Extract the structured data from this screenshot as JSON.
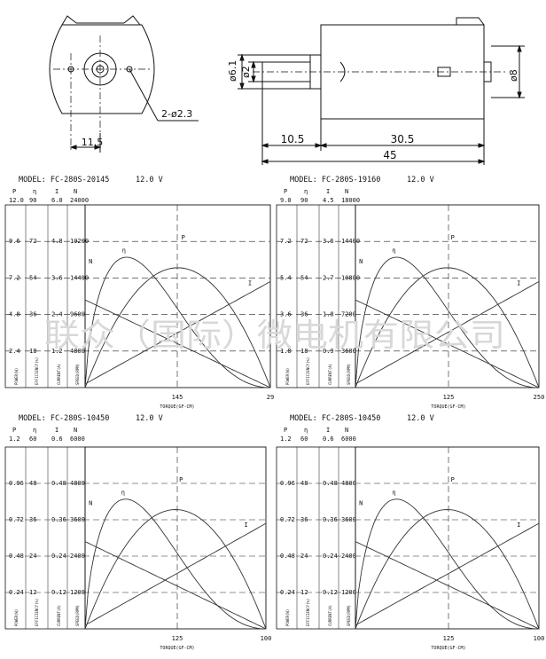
{
  "drawing": {
    "dim_11_5": "11.5",
    "dim_hole": "2-ø2.3",
    "dim_d61": "ø6.1",
    "dim_d2": "ø2",
    "dim_d8_right": "ø8",
    "dim_10_5": "10.5",
    "dim_30_5": "30.5",
    "dim_45": "45"
  },
  "watermark": "联众（国际）微电机有限公司",
  "chart_data": [
    {
      "type": "line",
      "model": "MODEL:  FC-280S-20145",
      "voltage": "12.0 V",
      "headers": [
        "P",
        "η",
        "I",
        "N"
      ],
      "top_values": [
        "12.0",
        "90",
        "6.0",
        "24000"
      ],
      "rows": [
        [
          "9.6",
          "72",
          "4.8",
          "19200"
        ],
        [
          "7.2",
          "54",
          "3.6",
          "14400"
        ],
        [
          "4.8",
          "36",
          "2.4",
          "9600"
        ],
        [
          "2.4",
          "18",
          "1.2",
          "4800"
        ]
      ],
      "x_ticks": [
        "145",
        "29"
      ],
      "xlabel": "TORQUE(GF-CM)",
      "units": [
        "POWER(W)",
        "EFFICIENCY(%)",
        "CURRENT(A)",
        "SPEED(RPM)"
      ],
      "series_labels": [
        "N",
        "η",
        "P",
        "I"
      ]
    },
    {
      "type": "line",
      "model": "MODEL:  FC-280S-19160",
      "voltage": "12.0 V",
      "headers": [
        "P",
        "η",
        "I",
        "N"
      ],
      "top_values": [
        "9.0",
        "90",
        "4.5",
        "18000"
      ],
      "rows": [
        [
          "7.2",
          "72",
          "3.6",
          "14400"
        ],
        [
          "5.4",
          "54",
          "2.7",
          "10800"
        ],
        [
          "3.6",
          "36",
          "1.8",
          "7200"
        ],
        [
          "1.8",
          "18",
          "0.9",
          "3600"
        ]
      ],
      "x_ticks": [
        "125",
        "250"
      ],
      "xlabel": "TORQUE(GF-CM)",
      "units": [
        "POWER(W)",
        "EFFICIENCY(%)",
        "CURRENT(A)",
        "SPEED(RPM)"
      ],
      "series_labels": [
        "N",
        "η",
        "P",
        "I"
      ]
    },
    {
      "type": "line",
      "model": "MODEL:  FC-280S-10450",
      "voltage": "12.0 V",
      "headers": [
        "P",
        "η",
        "I",
        "N"
      ],
      "top_values": [
        "1.2",
        "60",
        "0.6",
        "6000"
      ],
      "rows": [
        [
          "0.96",
          "48",
          "0.48",
          "4800"
        ],
        [
          "0.72",
          "36",
          "0.36",
          "3600"
        ],
        [
          "0.48",
          "24",
          "0.24",
          "2400"
        ],
        [
          "0.24",
          "12",
          "0.12",
          "1200"
        ]
      ],
      "x_ticks": [
        "125",
        "100"
      ],
      "xlabel": "TORQUE(GF-CM)",
      "units": [
        "POWER(W)",
        "EFFICIENCY(%)",
        "CURRENT(A)",
        "SPEED(RPM)"
      ],
      "series_labels": [
        "N",
        "η",
        "P",
        "I"
      ]
    },
    {
      "type": "line",
      "model": "MODEL:  FC-280S-10450",
      "voltage": "12.0 V",
      "headers": [
        "P",
        "η",
        "I",
        "N"
      ],
      "top_values": [
        "1.2",
        "60",
        "0.6",
        "6000"
      ],
      "rows": [
        [
          "0.96",
          "48",
          "0.48",
          "4800"
        ],
        [
          "0.72",
          "36",
          "0.36",
          "3600"
        ],
        [
          "0.48",
          "24",
          "0.24",
          "2400"
        ],
        [
          "0.24",
          "12",
          "0.12",
          "1200"
        ]
      ],
      "x_ticks": [
        "125",
        "100"
      ],
      "xlabel": "TORQUE(GF-CM)",
      "units": [
        "POWER(W)",
        "EFFICIENCY(%)",
        "CURRENT(A)",
        "SPEED(RPM)"
      ],
      "series_labels": [
        "N",
        "η",
        "P",
        "I"
      ]
    }
  ]
}
